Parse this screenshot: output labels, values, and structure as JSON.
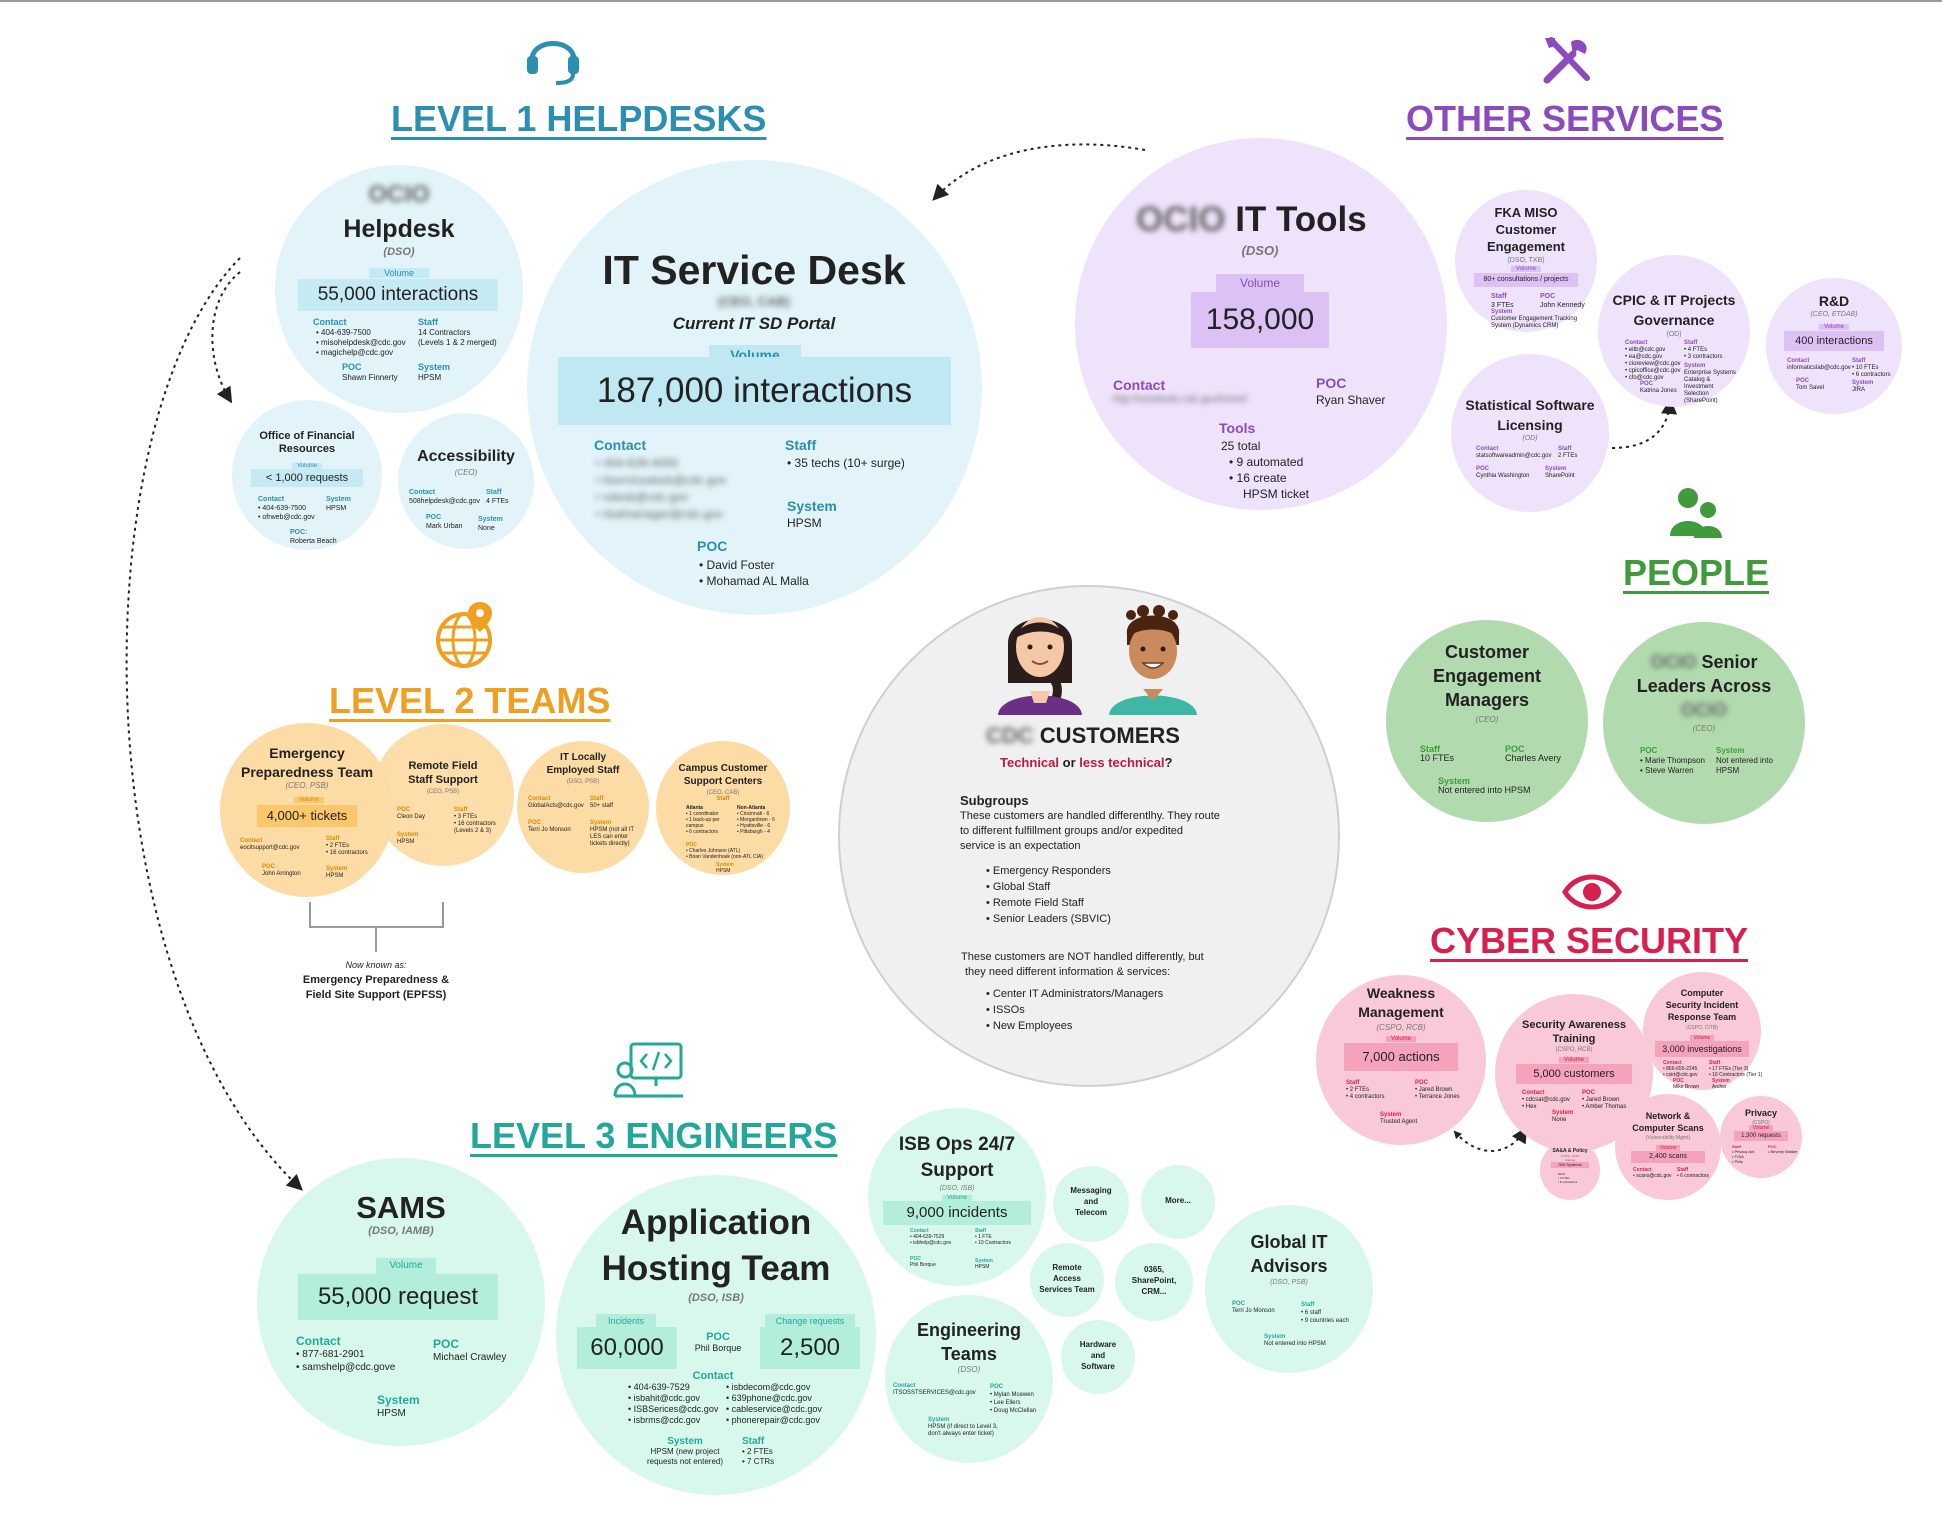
{
  "sections": {
    "l1": "LEVEL 1 HELPDESKS",
    "other": "OTHER SERVICES",
    "people": "PEOPLE",
    "l2": "LEVEL 2 TEAMS",
    "cyber": "CYBER SECURITY",
    "l3": "LEVEL 3 ENGINEERS"
  },
  "colors": {
    "l1": "#2a8fb0",
    "other": "#8b4bbf",
    "people": "#3f9b3b",
    "l2": "#f0a021",
    "cyber": "#d8204f",
    "l3": "#22a89a"
  },
  "icons": [
    "headset-icon",
    "tools-icon",
    "people-icon",
    "globe-pin-icon",
    "eye-icon",
    "code-monitor-icon"
  ],
  "ocio_helpdesk": {
    "org": "OCIO",
    "title": "Helpdesk",
    "sub": "(DSO)",
    "vol_label": "Volume",
    "volume": "55,000 interactions",
    "contact_h": "Contact",
    "contact": [
      "• 404-639-7500",
      "• misohelpdesk@cdc.gov",
      "• magichelp@cdc.gov"
    ],
    "staff_h": "Staff",
    "staff": [
      "14 Contractors",
      "(Levels 1 & 2 merged)"
    ],
    "poc_h": "POC",
    "poc": "Shawn Finnerty",
    "system_h": "System",
    "system": "HPSM"
  },
  "it_service_desk": {
    "title": "IT Service Desk",
    "sub": "(CEO, CAB)",
    "portal": "Current IT SD Portal",
    "vol_label": "Volume",
    "volume": "187,000 interactions",
    "contact_h": "Contact",
    "contact": [
      "• 404-639-4000",
      "• itservicedesk@cdc.gov",
      "• sdesk@cdc.gov",
      "• itsdmanager@cdc.gov"
    ],
    "staff_h": "Staff",
    "staff": "• 35 techs (10+ surge)",
    "system_h": "System",
    "system": "HPSM",
    "poc_h": "POC",
    "poc": [
      "• David Foster",
      "• Mohamad AL Malla"
    ]
  },
  "ofr": {
    "title": [
      "Office of Financial",
      "Resources"
    ],
    "vol_label": "Volume",
    "volume": "< 1,000 requests",
    "contact_h": "Contact",
    "contact": [
      "• 404-639-7500",
      "• ofrweb@cdc.gov"
    ],
    "system_h": "System",
    "system": "HPSM",
    "poc_h": "POC:",
    "poc": "Roberta Beach"
  },
  "accessibility": {
    "title": "Accessibility",
    "sub": "(CEO)",
    "contact_h": "Contact",
    "contact": "508helpdesk@cdc.gov",
    "staff_h": "Staff",
    "staff": "4 FTEs",
    "poc_h": "POC",
    "poc": "Mark Urban",
    "system_h": "System",
    "system": "None"
  },
  "it_tools": {
    "org": "OCIO",
    "title": "IT Tools",
    "sub": "(DSO)",
    "vol_label": "Volume",
    "volume": "158,000",
    "contact_h": "Contact",
    "contact": "http://ocioitools.cdc.gov/home/",
    "poc_h": "POC",
    "poc": "Ryan Shaver",
    "tools_h": "Tools",
    "tools": [
      "25 total",
      "• 9 automated",
      "• 16 create",
      "HPSM ticket"
    ]
  },
  "fka_miso": {
    "title": [
      "FKA MISO",
      "Customer",
      "Engagement"
    ],
    "sub": "(DSO, TXB)",
    "vol_label": "Volume",
    "volume": "80+ consultations / projects",
    "staff_h": "Staff",
    "staff": "3 FTEs",
    "poc_h": "POC",
    "poc": "John Kennedy",
    "system_h": "System",
    "system": [
      "Customer Engagement Tracking",
      "System (Dynamics CRM)"
    ]
  },
  "cpic": {
    "title": [
      "CPIC & IT Projects",
      "Governance"
    ],
    "sub": "(OD)",
    "contact_h": "Contact",
    "contact": [
      "• eitb@cdc.gov",
      "• ea@cdc.gov",
      "• cioreview@cdc.gov",
      "• cpicoffice@cdc.gov",
      "• cfo@cdc.gov"
    ],
    "staff_h": "Staff",
    "staff": [
      "• 4 FTEs",
      "• 3 contractors"
    ],
    "system_h": "System",
    "system": [
      "Enterprise Systems",
      "Catalog &",
      "Investment",
      "Selection",
      "(SharePoint)"
    ],
    "poc_h": "POC",
    "poc": "Katrina Jones"
  },
  "rd": {
    "title": "R&D",
    "sub": "(CEO, ETDAB)",
    "vol_label": "Volume",
    "volume": "400 interactions",
    "contact_h": "Contact",
    "contact": "informaticslab@cdc.gov",
    "staff_h": "Staff",
    "staff": [
      "• 10 FTEs",
      "• 6 contractors"
    ],
    "poc_h": "POC",
    "poc": "Tom Savel",
    "system_h": "System",
    "system": "JIRA"
  },
  "stat_sw": {
    "title": [
      "Statistical Software",
      "Licensing"
    ],
    "sub": "(OD)",
    "contact_h": "Contact",
    "contact": "statsoftwareadmin@cdc.gov",
    "staff_h": "Staff",
    "staff": "2 FTEs",
    "poc_h": "POC",
    "poc": "Cynthia Washington",
    "system_h": "System",
    "system": "SharePoint"
  },
  "cem": {
    "title": [
      "Customer",
      "Engagement",
      "Managers"
    ],
    "sub": "(CEO)",
    "staff_h": "Staff",
    "staff": "10 FTEs",
    "poc_h": "POC",
    "poc": "Charles Avery",
    "system_h": "System",
    "system": "Not entered into HPSM"
  },
  "senior": {
    "org": "OCIO",
    "title1": "Senior",
    "title2": "Leaders Across",
    "org2": "OCIO",
    "sub": "(CEO)",
    "poc_h": "POC",
    "poc": [
      "• Marie Thompson",
      "• Steve Warren"
    ],
    "system_h": "System",
    "system": [
      "Not entered into",
      "HPSM"
    ]
  },
  "customers": {
    "org": "CDC",
    "title": "CUSTOMERS",
    "tech1": "Technical",
    "or": " or ",
    "tech2": "less technical",
    "q": "?",
    "sub_h": "Subgroups",
    "p1": [
      "These customers are handled differentlhy. They route",
      "to different fulfillment groups and/or expedited",
      "service is an expectation"
    ],
    "list1": [
      "• Emergency Responders",
      "• Global Staff",
      "• Remote Field Staff",
      "• Senior Leaders (SBVIC)"
    ],
    "p2": [
      "These customers are NOT handled differently, but",
      "they need different information & services:"
    ],
    "list2": [
      "• Center IT Administrators/Managers",
      "• ISSOs",
      "• New Employees"
    ]
  },
  "ept": {
    "title": [
      "Emergency",
      "Preparedness Team"
    ],
    "sub": "(CEO, PSB)",
    "vol_label": "Volume",
    "volume": "4,000+ tickets",
    "contact_h": "Contact",
    "contact": "eocitsupport@cdc.gov",
    "staff_h": "Staff",
    "staff": [
      "• 2 FTEs",
      "• 16 contractors"
    ],
    "poc_h": "POC",
    "poc": "John Arrington",
    "system_h": "System",
    "system": "HPSM"
  },
  "rfss": {
    "title": [
      "Remote Field",
      "Staff Support"
    ],
    "sub": "(CEO, PSB)",
    "poc_h": "POC",
    "poc": "Cleon Day",
    "staff_h": "Staff",
    "staff": [
      "• 3 FTEs",
      "• 16 contractors",
      "(Levels 2 & 3)"
    ],
    "system_h": "System",
    "system": "HPSM"
  },
  "ites": {
    "title": [
      "IT Locally",
      "Employed Staff"
    ],
    "sub": "(DSO, PSB)",
    "contact_h": "Contact",
    "contact": "GlobalActs@cdc.gov",
    "staff_h": "Staff",
    "staff": "50+ staff",
    "poc_h": "POC",
    "poc": "Terri Jo Monson",
    "system_h": "System",
    "system": [
      "HPSM (not all IT",
      "LES can enter",
      "tickets directly)"
    ]
  },
  "campus": {
    "title": [
      "Campus Customer",
      "Support Centers"
    ],
    "sub": "(CEO, CAB)",
    "staff_h": "Staff",
    "staff_l": [
      "Atlanta",
      "• 1 coordinator",
      "• 1 back-up per",
      "campus",
      "• 6 contractors"
    ],
    "staff_r": [
      "Non-Atlanta",
      "• Cincinnati - 6",
      "• Morgantown - 6",
      "• Hyattsville - 6",
      "• Pittsburgh - 4"
    ],
    "poc_h": "POC",
    "poc": [
      "• Charles Johnson (ATL)",
      "• Brian Vandenhoek (non-ATL CIA)"
    ],
    "system_h": "System",
    "system": "HPSM"
  },
  "epfss": {
    "pre": "Now known as:",
    "name": [
      "Emergency Preparedness &",
      "Field Site Support (EPFSS)"
    ]
  },
  "weakness": {
    "title": [
      "Weakness",
      "Management"
    ],
    "sub": "(CSPO, RCB)",
    "vol_label": "Volume",
    "volume": "7,000 actions",
    "staff_h": "Staff",
    "staff": [
      "• 2 FTEs",
      "• 4 contractors"
    ],
    "poc_h": "POC",
    "poc": [
      "• Jared Brown",
      "• Terrance Jones"
    ],
    "system_h": "System",
    "system": "Trusted Agent"
  },
  "sat": {
    "title": [
      "Security Awareness",
      "Training"
    ],
    "sub": "(CSPO, RCB)",
    "vol_label": "Volume",
    "volume": "5,000 customers",
    "contact_h": "Contact",
    "contact": [
      "• cdcsat@cdc.gov",
      "• Hex"
    ],
    "poc_h": "POC",
    "poc": [
      "• Jared Brown",
      "• Amber Thomas"
    ],
    "system_h": "System",
    "system": "None"
  },
  "csirt": {
    "title": [
      "Computer",
      "Security Incident",
      "Response Team"
    ],
    "sub": "(CSPO, CITB)",
    "vol_label": "Volume",
    "volume": "3,000 investigations",
    "contact_h": "Contact",
    "contact": [
      "• 866-655-2245",
      "• csirt@cdc.gov"
    ],
    "staff_h": "Staff",
    "staff": [
      "• 17 FTEs (Tier 3)",
      "• 10 Contractors (Tier 1)"
    ],
    "poc_h": "POC",
    "poc": "Mike Brown",
    "system_h": "System",
    "system": "Archer"
  },
  "network": {
    "title": [
      "Network &",
      "Computer Scans"
    ],
    "sub": "(Vulnerability Mgmt)",
    "vol_label": "Volume",
    "volume": "2,400 scans",
    "contact_h": "Contact",
    "contact": "• scans@cdc.gov",
    "staff_h": "Staff",
    "staff": "• 6 contractors"
  },
  "privacy": {
    "title": "Privacy",
    "sub": "(CSPO)",
    "vol_label": "Volume",
    "volume": "1,300 requests",
    "staff_h": "Staff",
    "staff": [
      "• Privacy Act",
      "• FOIA",
      "• PIAs"
    ],
    "poc_h": "POC",
    "poc": "• Beverly Walker"
  },
  "sapolicy": {
    "title": "SA&A & Policy",
    "sub": "(CSPO, RCB)",
    "vol_label": "Volume",
    "volume": "300 Systems",
    "staff_h": "Staff",
    "staff": [
      "• 3 FTEs",
      "• 8 contractors"
    ]
  },
  "sams": {
    "title": "SAMS",
    "sub": "(DSO, IAMB)",
    "vol_label": "Volume",
    "volume": "55,000 request",
    "contact_h": "Contact",
    "contact": [
      "• 877-681-2901",
      "• samshelp@cdc.gove"
    ],
    "poc_h": "POC",
    "poc": "Michael Crawley",
    "system_h": "System",
    "system": "HPSM"
  },
  "aht": {
    "title": [
      "Application",
      "Hosting Team"
    ],
    "sub": "(DSO, ISB)",
    "inc_label": "Incidents",
    "incidents": "60,000",
    "chg_label": "Change requests",
    "changes": "2,500",
    "poc_h": "POC",
    "poc": "Phil Borque",
    "contact_h": "Contact",
    "contact_l": [
      "• 404-639-7529",
      "• isbahit@cdc.gov",
      "• ISBSerices@cdc.gov",
      "• isbrms@cdc.gov"
    ],
    "contact_r": [
      "• isbdecom@cdc.gov",
      "• 639phone@cdc.gov",
      "• cableservice@cdc.gov",
      "• phonerepair@cdc.gov"
    ],
    "system_h": "System",
    "system": [
      "HPSM (new project",
      "requests not entered)"
    ],
    "staff_h": "Staff",
    "staff": [
      "• 2 FTEs",
      "• 7 CTRs"
    ]
  },
  "isb_ops": {
    "title": [
      "ISB Ops 24/7",
      "Support"
    ],
    "sub": "(DSO, ISB)",
    "vol_label": "Volume",
    "volume": "9,000 incidents",
    "contact_h": "Contact",
    "contact": [
      "• 404-639-7529",
      "• isbhelp@cdc.gov"
    ],
    "staff_h": "Staff",
    "staff": [
      "• 1 FTE",
      "• 10 Contractors"
    ],
    "poc_h": "POC",
    "poc": "Phil Borque",
    "system_h": "System",
    "system": "HPSM"
  },
  "eng_teams": {
    "title": [
      "Engineering",
      "Teams"
    ],
    "sub": "(DSO)",
    "contact_h": "Contact",
    "contact": "ITSOSSTSERVICES@cdc.gov",
    "poc_h": "POC",
    "poc": [
      "• Mylan Mcewen",
      "• Lee Ellers",
      "• Doug McClellan"
    ],
    "system_h": "System",
    "system": [
      "HPSM (if direct to Level 3,",
      "don't always enter ticket)"
    ]
  },
  "small": {
    "messaging": [
      "Messaging",
      "and",
      "Telecom"
    ],
    "more": "More...",
    "remote": [
      "Remote",
      "Access",
      "Services Team"
    ],
    "o365": [
      "0365,",
      "SharePoint,",
      "CRM..."
    ],
    "hardware": [
      "Hardware",
      "and",
      "Software"
    ]
  },
  "global_it": {
    "title": [
      "Global IT",
      "Advisors"
    ],
    "sub": "(DSO, PSB)",
    "poc_h": "POC",
    "poc": "Terri Jo Monson",
    "staff_h": "Staff",
    "staff": [
      "• 6 staff",
      "• 9 countries each"
    ],
    "system_h": "System",
    "system": "Not entered into HPSM"
  }
}
